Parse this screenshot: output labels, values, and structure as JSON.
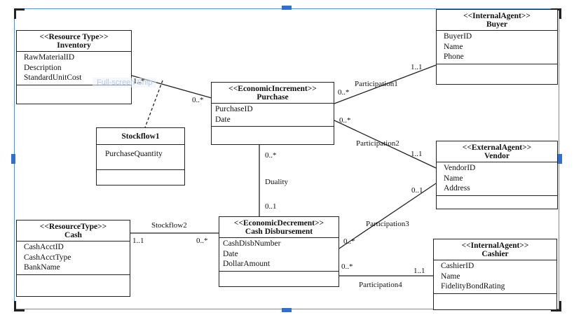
{
  "tooltip": "Full-screen Snip",
  "classes": {
    "inventory": {
      "stereotype": "<<Resource Type>>",
      "name": "Inventory",
      "attributes": [
        "RawMaterialID",
        "Description",
        "StandardUnitCost"
      ]
    },
    "purchase": {
      "stereotype": "<<EconomicIncrement>>",
      "name": "Purchase",
      "attributes": [
        "PurchaseID",
        "Date"
      ]
    },
    "buyer": {
      "stereotype": "<<InternalAgent>>",
      "name": "Buyer",
      "attributes": [
        "BuyerID",
        "Name",
        "Phone"
      ]
    },
    "stockflow1": {
      "name": "Stockflow1",
      "attributes": [
        "PurchaseQuantity"
      ]
    },
    "vendor": {
      "stereotype": "<<ExternalAgent>>",
      "name": "Vendor",
      "attributes": [
        "VendorID",
        "Name",
        "Address"
      ]
    },
    "cash": {
      "stereotype": "<<ResourceType>>",
      "name": "Cash",
      "attributes": [
        "CashAcctID",
        "CashAcctType",
        "BankName"
      ]
    },
    "cash_disbursement": {
      "stereotype": "<<EconomicDecrement>>",
      "name": "Cash Disbursement",
      "attributes": [
        "CashDisbNumber",
        "Date",
        "DollarAmount"
      ]
    },
    "cashier": {
      "stereotype": "<<InternalAgent>>",
      "name": "Cashier",
      "attributes": [
        "CashierID",
        "Name",
        "FidelityBondRating"
      ]
    }
  },
  "associations": {
    "inv_purchase": {
      "mult_a": "1..*",
      "mult_b": "0..*"
    },
    "participation1": {
      "name": "Participation1",
      "mult_a": "0..*",
      "mult_b": "1..1"
    },
    "participation2": {
      "name": "Participation2",
      "mult_a": "0..*",
      "mult_b": "1..1"
    },
    "duality": {
      "name": "Duality",
      "mult_a": "0..*",
      "mult_b": "0..1"
    },
    "stockflow2": {
      "name": "Stockflow2",
      "mult_a": "1..1",
      "mult_b": "0..*"
    },
    "participation3": {
      "name": "Participation3",
      "mult_a": "0..*",
      "mult_b": "0..1"
    },
    "participation4": {
      "name": "Participation4",
      "mult_a": "0..*",
      "mult_b": "1..1"
    }
  }
}
